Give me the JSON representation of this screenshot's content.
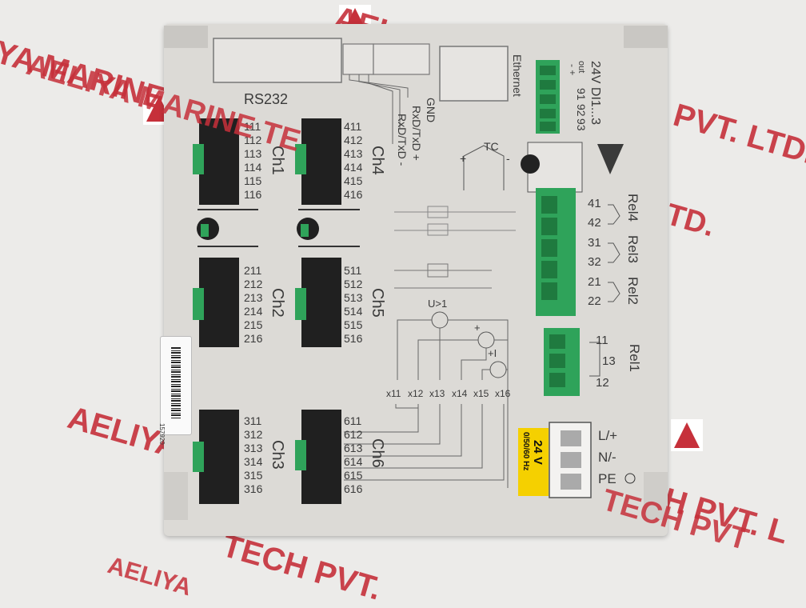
{
  "watermark": {
    "lines": [
      "AELIYA MARINE TECH PVT. LTD.",
      "IYA MARINE TE",
      "AELIYA MARINE TE",
      "L TD.",
      "AELIYA",
      "TECH PVT. L",
      "TECH PVT.",
      "TECH PVT",
      "AELIYA"
    ],
    "color": "#c6303a"
  },
  "device": {
    "rs232_label": "RS232",
    "rs232_pins": [
      "GND",
      "RxD/TxD +",
      "RxD/TxD -"
    ],
    "ethernet_label": "Ethernet",
    "di_label": "24V DI1...3",
    "di_out_label": "out",
    "di_polarity": "- +",
    "di_terminals": [
      "91",
      "92",
      "93"
    ],
    "tc_label": "TC",
    "tc_plus": "+",
    "tc_minus": "-",
    "channels": [
      {
        "name": "Ch1",
        "terminals": [
          "111",
          "112",
          "113",
          "114",
          "115",
          "116"
        ]
      },
      {
        "name": "Ch2",
        "terminals": [
          "211",
          "212",
          "213",
          "214",
          "215",
          "216"
        ]
      },
      {
        "name": "Ch3",
        "terminals": [
          "311",
          "312",
          "313",
          "314",
          "315",
          "316"
        ]
      },
      {
        "name": "Ch4",
        "terminals": [
          "411",
          "412",
          "413",
          "414",
          "415",
          "416"
        ]
      },
      {
        "name": "Ch5",
        "terminals": [
          "511",
          "512",
          "513",
          "514",
          "515",
          "516"
        ]
      },
      {
        "name": "Ch6",
        "terminals": [
          "611",
          "612",
          "613",
          "614",
          "615",
          "616"
        ]
      }
    ],
    "relays": [
      {
        "name": "Rel4",
        "terminals": [
          "41",
          "42"
        ]
      },
      {
        "name": "Rel3",
        "terminals": [
          "31",
          "32"
        ]
      },
      {
        "name": "Rel2",
        "terminals": [
          "21",
          "22"
        ]
      },
      {
        "name": "Rel1",
        "terminals": [
          "11",
          "13",
          "12"
        ]
      }
    ],
    "schematic": {
      "u_label": "U>1",
      "i_label": "+I",
      "plus": "+",
      "x_terminals": [
        "x11",
        "x12",
        "x13",
        "x14",
        "x15",
        "x16"
      ]
    },
    "power": {
      "voltage": "24 V",
      "frequency": "0/50/60 Hz",
      "terminals": [
        "L/+",
        "N/-",
        "PE"
      ]
    },
    "sticker_number": "157920"
  }
}
